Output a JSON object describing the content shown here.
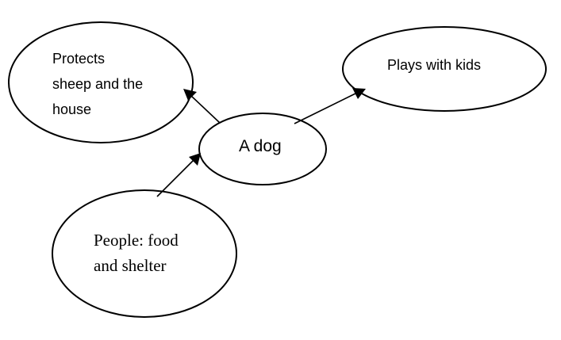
{
  "nodes": {
    "protects": {
      "lines": [
        "Protects",
        "sheep and the",
        "house"
      ]
    },
    "plays": {
      "lines": [
        "Plays with kids"
      ]
    },
    "dog": {
      "lines": [
        "A dog"
      ]
    },
    "people": {
      "lines": [
        "People: food",
        "and shelter"
      ]
    }
  },
  "colors": {
    "stroke": "#000000",
    "background": "#ffffff"
  }
}
